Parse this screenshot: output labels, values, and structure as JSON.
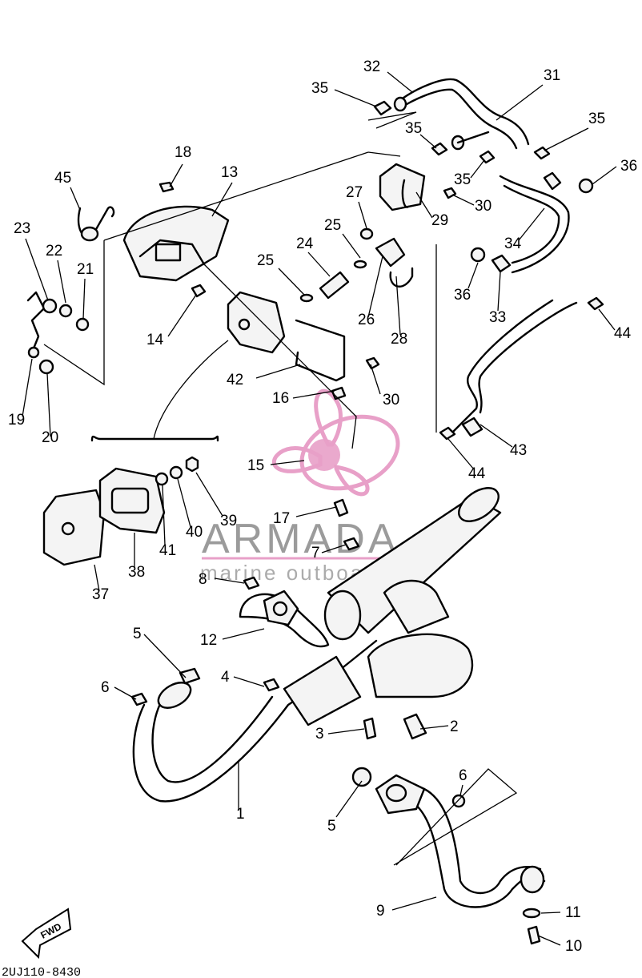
{
  "diagram_code": "2UJ110-8430",
  "fwd_label": "FWD",
  "watermark": {
    "brand": "ARMADA",
    "tagline": "marine outboards",
    "accent": "#e8a0c8"
  },
  "callouts": [
    "1",
    "2",
    "3",
    "4",
    "5",
    "5",
    "6",
    "6",
    "7",
    "8",
    "9",
    "10",
    "11",
    "12",
    "13",
    "14",
    "15",
    "16",
    "17",
    "18",
    "19",
    "20",
    "21",
    "22",
    "23",
    "24",
    "25",
    "25",
    "26",
    "27",
    "28",
    "29",
    "30",
    "30",
    "31",
    "32",
    "33",
    "34",
    "35",
    "35",
    "35",
    "35",
    "36",
    "36",
    "37",
    "38",
    "39",
    "40",
    "41",
    "42",
    "43",
    "44",
    "44",
    "45"
  ]
}
